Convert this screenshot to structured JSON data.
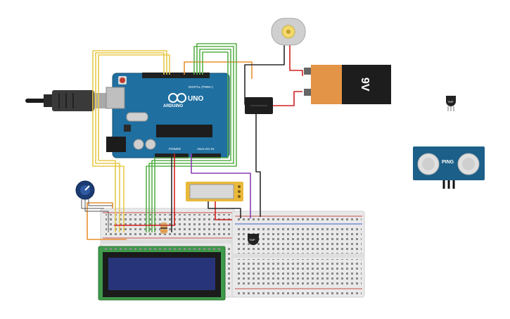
{
  "arduino": {
    "brand": "ARDUINO",
    "model": "UNO",
    "digital_header": "DIGITAL (PWM~)",
    "power_header": "POWER",
    "analog_header": "ANALOG IN",
    "board_color": "#1f6fa0"
  },
  "battery": {
    "voltage": "9V"
  },
  "ultrasonic": {
    "brand": "PING",
    "board_color": "#1c5f88"
  },
  "temp_sensor_label": "TMP",
  "wire_colors": {
    "yellow": "#e8c94a",
    "orange": "#e8902e",
    "green": "#59b04a",
    "red": "#d02020",
    "black": "#2a2a2a",
    "purple": "#8a3fb0"
  },
  "icons": [
    "usb-cable-icon",
    "potentiometer-icon",
    "dc-motor-icon",
    "relay-icon",
    "piezo-icon",
    "lcd-icon",
    "breadboard-icon"
  ]
}
